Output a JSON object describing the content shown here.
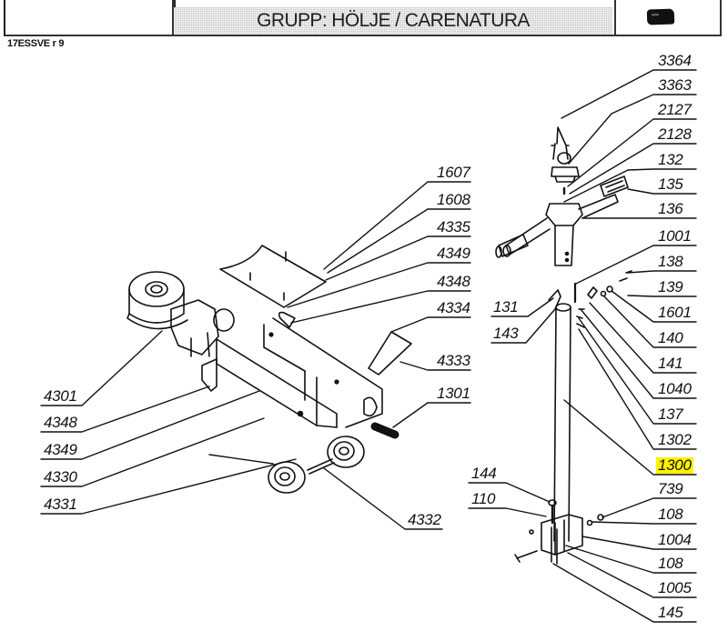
{
  "header": {
    "group_title": "GRUPP: HÖLJE / CARENATURA",
    "doc_code": "17ESSVE r 9",
    "logo_icon": "machine-logo-icon"
  },
  "highlight_color": "#fff200",
  "callouts": {
    "top_right": [
      "3364",
      "3363",
      "2127",
      "2128",
      "132",
      "135",
      "136",
      "1001",
      "138",
      "139",
      "1601",
      "140",
      "141",
      "1040",
      "137",
      "1302",
      "1300",
      "739",
      "108",
      "1004",
      "108",
      "1005",
      "145"
    ],
    "column_left": [
      "131",
      "143",
      "144",
      "110"
    ],
    "frame_top": [
      "1607",
      "1608",
      "4335",
      "4349",
      "4348",
      "4334",
      "4333",
      "1301"
    ],
    "frame_left": [
      "4301",
      "4348",
      "4349",
      "4330",
      "4331"
    ],
    "frame_bottom": [
      "4332"
    ],
    "highlighted": "1300"
  }
}
